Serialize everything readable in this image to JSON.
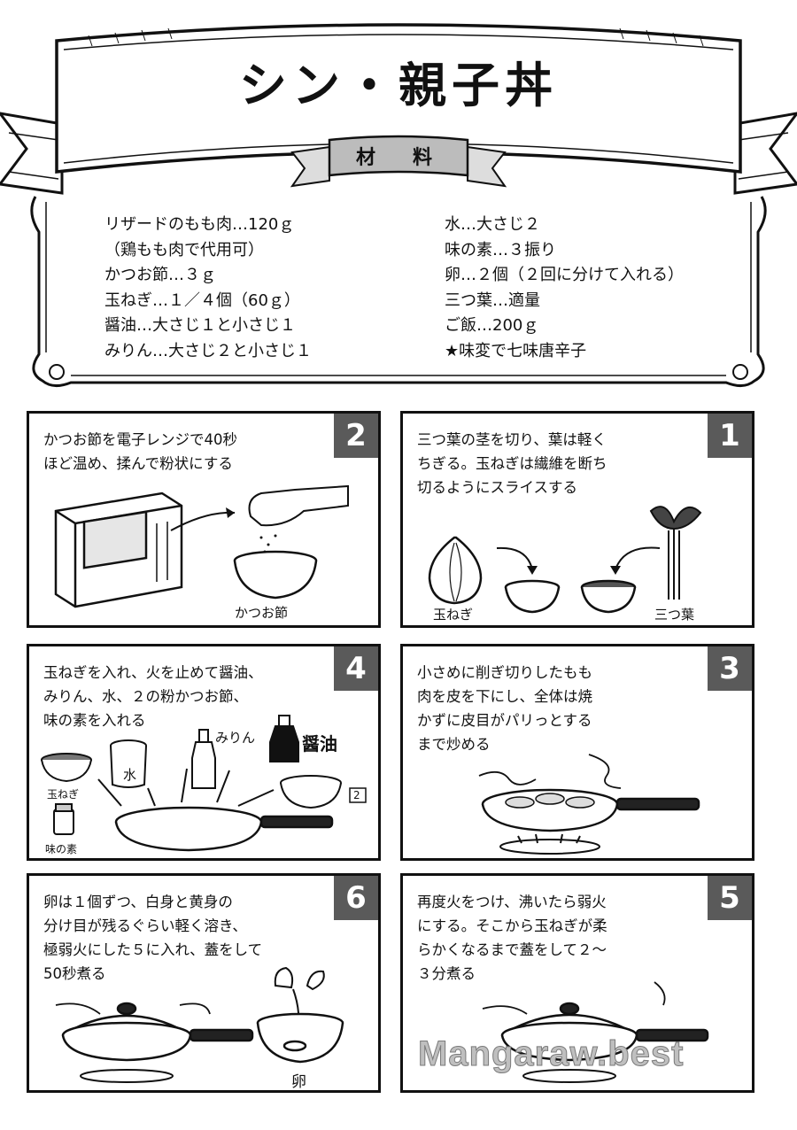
{
  "title": "シン・親子丼",
  "ingredients_label": "材　料",
  "ingredients_left": [
    "リザードのもも肉…120ｇ",
    "（鶏もも肉で代用可）",
    "かつお節…３ｇ",
    "玉ねぎ…１／４個（60ｇ）",
    "醤油…大さじ１と小さじ１",
    "みりん…大さじ２と小さじ１"
  ],
  "ingredients_right": [
    "水…大さじ２",
    "味の素…３振り",
    "卵…２個（２回に分けて入れる）",
    "三つ葉…適量",
    "ご飯…200ｇ",
    "★味変で七味唐辛子"
  ],
  "steps": [
    {
      "number": "2",
      "text": "かつお節を電子レンジで40秒\nほど温め、揉んで粉状にする"
    },
    {
      "number": "1",
      "text": "三つ葉の茎を切り、葉は軽く\nちぎる。玉ねぎは繊維を断ち\n切るようにスライスする"
    },
    {
      "number": "4",
      "text": "玉ねぎを入れ、火を止めて醤油、\nみりん、水、２の粉かつお節、\n味の素を入れる"
    },
    {
      "number": "3",
      "text": "小さめに削ぎ切りしたもも\n肉を皮を下にし、全体は焼\nかずに皮目がパリっとする\nまで炒める"
    },
    {
      "number": "6",
      "text": "卵は１個ずつ、白身と黄身の\n分け目が残るぐらい軽く溶き、\n極弱火にした５に入れ、蓋をして\n50秒煮る"
    },
    {
      "number": "5",
      "text": "再度火をつけ、沸いたら弱火\nにする。そこから玉ねぎが柔\nらかくなるまで蓋をして２～\n３分煮る"
    }
  ],
  "labels": {
    "katsuobushi": "かつお節",
    "tamanegi": "玉ねぎ",
    "mitsuba": "三つ葉",
    "tamanegi_small": "玉ねぎ",
    "mizu": "水",
    "mirin": "みりん",
    "shoyu": "醤油",
    "ref_two": "2",
    "ajinomoto": "味の素",
    "tamago": "卵"
  },
  "watermark": "Mangaraw.best"
}
